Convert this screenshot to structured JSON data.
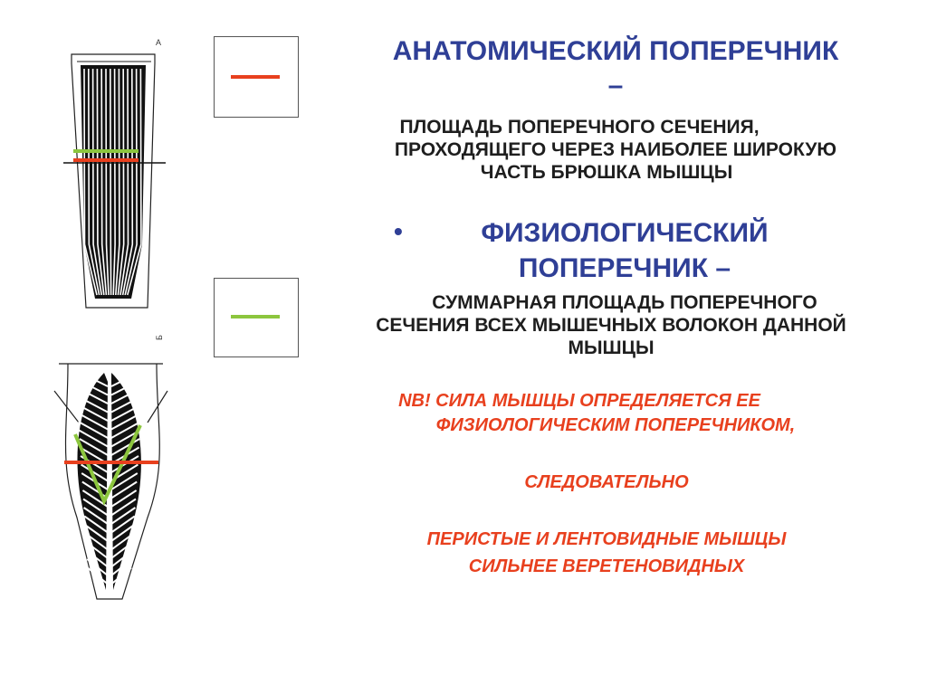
{
  "colors": {
    "anatomical": "#e8401e",
    "physiological": "#8cc63e",
    "title": "#2f3f96",
    "conclusion": "#e8401e"
  },
  "figure": {
    "label_a": "A",
    "label_b": "Б"
  },
  "anatomical": {
    "title_line1": "АНАТОМИЧЕСКИЙ ПОПЕРЕЧНИК",
    "title_line2": "–",
    "desc_line1": "ПЛОЩАДЬ ПОПЕРЕЧНОГО СЕЧЕНИЯ,",
    "desc_line2": "ПРОХОДЯЩЕГО ЧЕРЕЗ НАИБОЛЕЕ ШИРОКУЮ",
    "desc_line3": "ЧАСТЬ БРЮШКА МЫШЦЫ"
  },
  "physiological": {
    "bullet": "•",
    "title_line1": "ФИЗИОЛОГИЧЕСКИЙ",
    "title_line2": "ПОПЕРЕЧНИК –",
    "desc_line1": "СУММАРНАЯ ПЛОЩАДЬ ПОПЕРЕЧНОГО",
    "desc_line2": "СЕЧЕНИЯ ВСЕХ МЫШЕЧНЫХ ВОЛОКОН ДАННОЙ",
    "desc_line3": "МЫШЦЫ"
  },
  "conclusion": {
    "line1": "NB! СИЛА МЫШЦЫ ОПРЕДЕЛЯЕТСЯ ЕЕ",
    "line2": "ФИЗИОЛОГИЧЕСКИМ ПОПЕРЕЧНИКОМ,",
    "line3": "СЛЕДОВАТЕЛЬНО",
    "line4": "ПЕРИСТЫЕ И ЛЕНТОВИДНЫЕ МЫШЦЫ",
    "line5": "СИЛЬНЕЕ ВЕРЕТЕНОВИДНЫХ"
  }
}
